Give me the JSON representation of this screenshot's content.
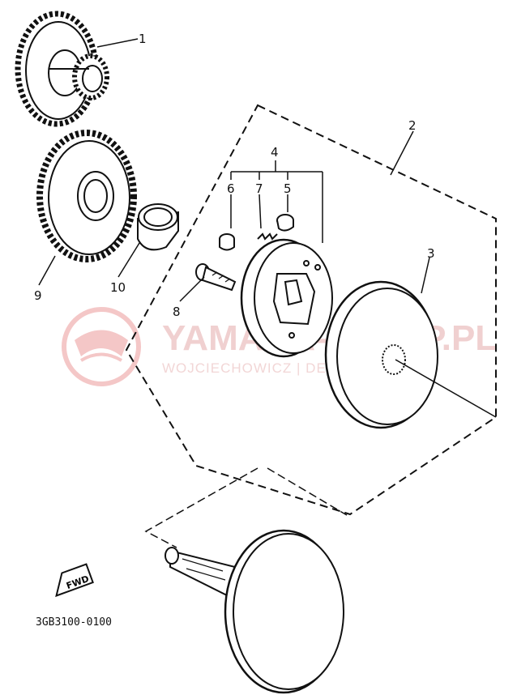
{
  "diagram": {
    "part_numbers": {
      "p1": "1",
      "p2": "2",
      "p3": "3",
      "p4": "4",
      "p5": "5",
      "p6": "6",
      "p7": "7",
      "p8": "8",
      "p9": "9",
      "p10": "10"
    },
    "fwd_label": "FWD",
    "drawing_code": "3GB3100-0100"
  },
  "watermark": {
    "brand": "YAMAHA-SKLEP.PL",
    "tagline": "WOJCIECHOWICZ | DEALER YAMAHA"
  },
  "colors": {
    "ink": "#111111",
    "watermark": "#e88a8a"
  }
}
